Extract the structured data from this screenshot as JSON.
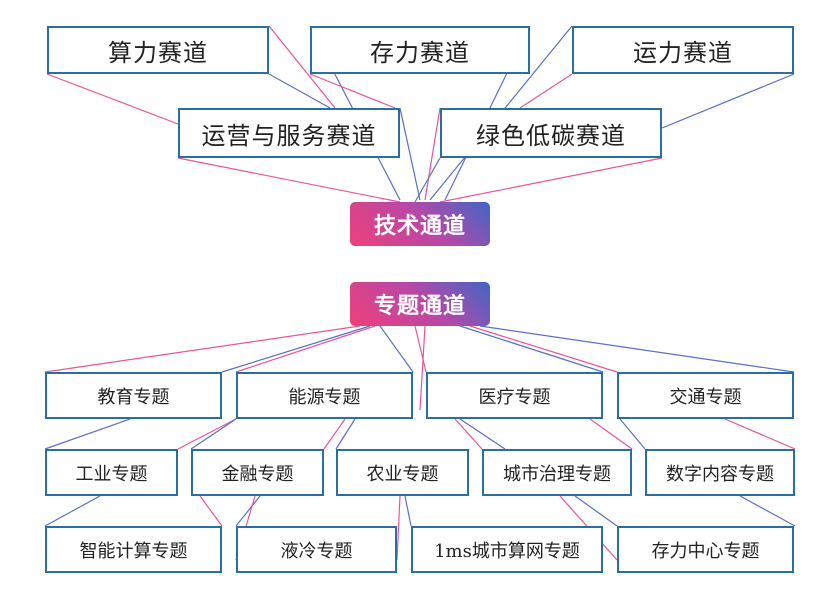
{
  "tech_channel": {
    "hub_label": "技术通道",
    "tracks": [
      {
        "id": "compute",
        "label": "算力赛道"
      },
      {
        "id": "storage",
        "label": "存力赛道"
      },
      {
        "id": "transport",
        "label": "运力赛道"
      },
      {
        "id": "ops",
        "label": "运营与服务赛道"
      },
      {
        "id": "green",
        "label": "绿色低碳赛道"
      }
    ]
  },
  "topic_channel": {
    "hub_label": "专题通道",
    "topics": [
      {
        "id": "education",
        "label": "教育专题"
      },
      {
        "id": "energy",
        "label": "能源专题"
      },
      {
        "id": "medical",
        "label": "医疗专题"
      },
      {
        "id": "traffic",
        "label": "交通专题"
      },
      {
        "id": "industry",
        "label": "工业专题"
      },
      {
        "id": "finance",
        "label": "金融专题"
      },
      {
        "id": "agriculture",
        "label": "农业专题"
      },
      {
        "id": "city",
        "label": "城市治理专题"
      },
      {
        "id": "digital",
        "label": "数字内容专题"
      },
      {
        "id": "smart",
        "label": "智能计算专题"
      },
      {
        "id": "liquid",
        "label": "液冷专题"
      },
      {
        "id": "network",
        "label": "1ms城市算网专题"
      },
      {
        "id": "storagecenter",
        "label": "存力中心专题"
      }
    ]
  },
  "colors": {
    "box_border": "#2a6fa3",
    "line_pink": "#e8559a",
    "line_blue": "#5a6fc8",
    "hub_gradient_start": "#f0407a",
    "hub_gradient_end": "#3f67c6"
  }
}
